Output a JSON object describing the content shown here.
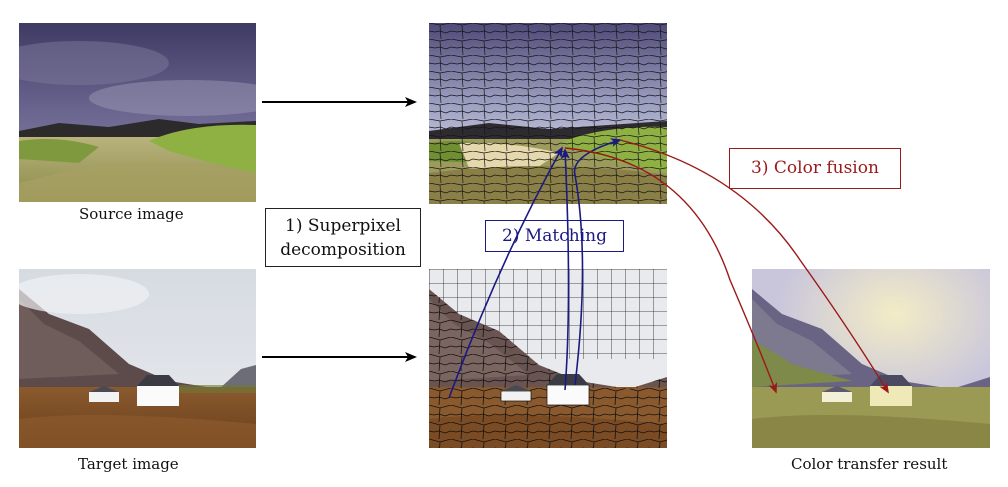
{
  "captions": {
    "source": "Source image",
    "target": "Target image",
    "result": "Color transfer result"
  },
  "steps": {
    "superpixel_line1": "1) Superpixel",
    "superpixel_line2": "decomposition",
    "matching": "2) Matching",
    "color_fusion": "3) Color fusion"
  },
  "colors": {
    "matching": "#1a1a80",
    "fusion": "#9a1a1a",
    "arrow": "#000000"
  }
}
